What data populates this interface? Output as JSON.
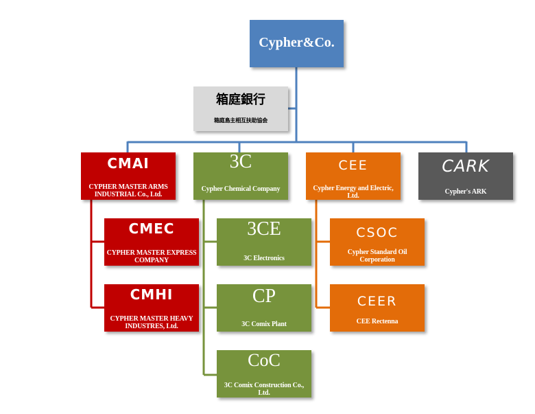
{
  "root": {
    "title": "Cypher&Co."
  },
  "bank": {
    "title": "箱庭銀行",
    "subtitle": "箱庭島主相互扶助協会"
  },
  "divisions": {
    "cmai": {
      "logo": "CMAI",
      "name": "CYPHER MASTER ARMS INDUSTRIAL Co., Ltd."
    },
    "cmec": {
      "logo": "CMEC",
      "name": "CYPHER MASTER EXPRESS COMPANY"
    },
    "cmhi": {
      "logo": "CMHI",
      "name": "CYPHER MASTER HEAVY INDUSTRES, Ltd."
    },
    "c3": {
      "logo": "3C",
      "name": "Cypher Chemical Company"
    },
    "c3e": {
      "logo": "3CE",
      "name": "3C Electronics"
    },
    "cp": {
      "logo": "CP",
      "name": "3C Comix Plant"
    },
    "coc": {
      "logo": "CoC",
      "name": "3C Comix Construction Co., Ltd."
    },
    "cee": {
      "logo": "CEE",
      "name": "Cypher Energy and Electric, Ltd."
    },
    "csoc": {
      "logo": "CSOC",
      "name": "Cypher Standard Oil Corporation"
    },
    "ceer": {
      "logo": "CEER",
      "name": "CEE Rectenna"
    },
    "cark": {
      "logo": "CARK",
      "name": "Cypher's ARK"
    }
  },
  "colors": {
    "root": "#4f81bd",
    "bank": "#d9d9d9",
    "arms": "#c00000",
    "chemical": "#77933c",
    "energy": "#e36c09",
    "ark": "#595959"
  }
}
